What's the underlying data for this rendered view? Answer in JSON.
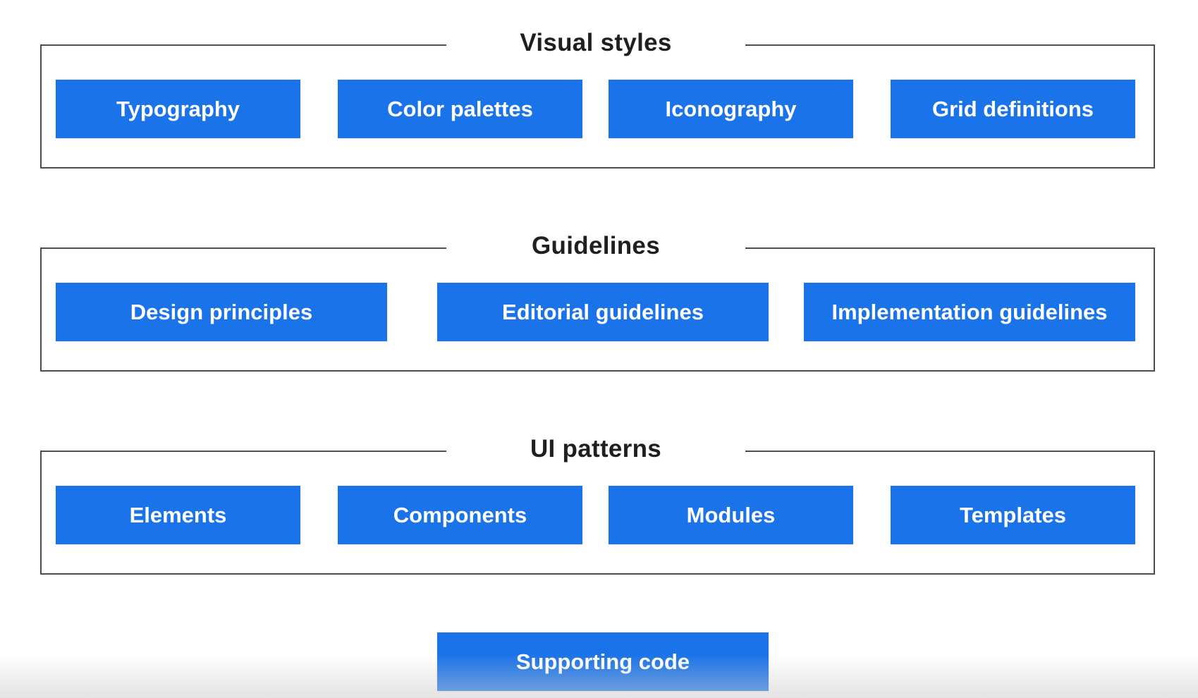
{
  "diagram": {
    "colors": {
      "box_fill": "#1a73e8",
      "box_text": "#ffffff",
      "frame_border": "#4d4d4d",
      "title_text": "#1f1f1f"
    },
    "groups": [
      {
        "title": "Visual styles",
        "items": [
          "Typography",
          "Color palettes",
          "Iconography",
          "Grid definitions"
        ]
      },
      {
        "title": "Guidelines",
        "items": [
          "Design principles",
          "Editorial guidelines",
          "Implementation guidelines"
        ]
      },
      {
        "title": "UI patterns",
        "items": [
          "Elements",
          "Components",
          "Modules",
          "Templates"
        ]
      }
    ],
    "standalone": {
      "label": "Supporting code"
    }
  }
}
